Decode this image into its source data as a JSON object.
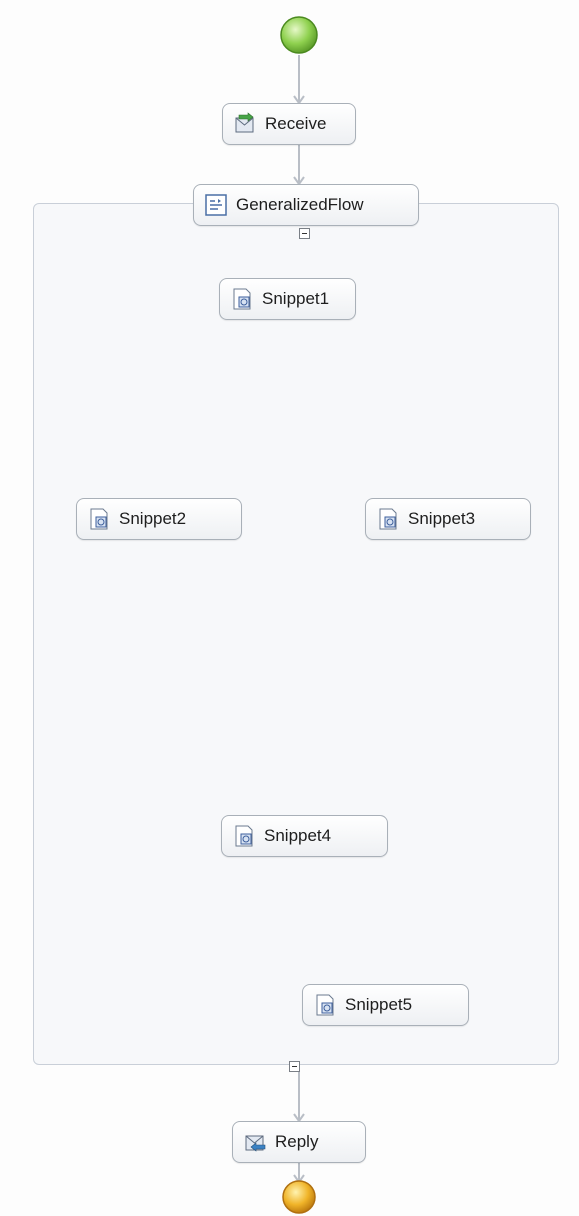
{
  "process": {
    "receive": {
      "label": "Receive",
      "icon": "receive-icon"
    },
    "flow": {
      "label": "GeneralizedFlow",
      "icon": "generalized-flow-icon"
    },
    "snippets": [
      {
        "label": "Snippet1",
        "icon": "snippet-icon"
      },
      {
        "label": "Snippet2",
        "icon": "snippet-icon"
      },
      {
        "label": "Snippet3",
        "icon": "snippet-icon"
      },
      {
        "label": "Snippet4",
        "icon": "snippet-icon"
      },
      {
        "label": "Snippet5",
        "icon": "snippet-icon"
      }
    ],
    "reply": {
      "label": "Reply",
      "icon": "reply-icon"
    }
  },
  "colors": {
    "link": "#2e4d7a",
    "default_link": "#b9bec6",
    "gateway": "#7fbf3f",
    "start": "#8fd14f",
    "end": "#f0b429"
  }
}
